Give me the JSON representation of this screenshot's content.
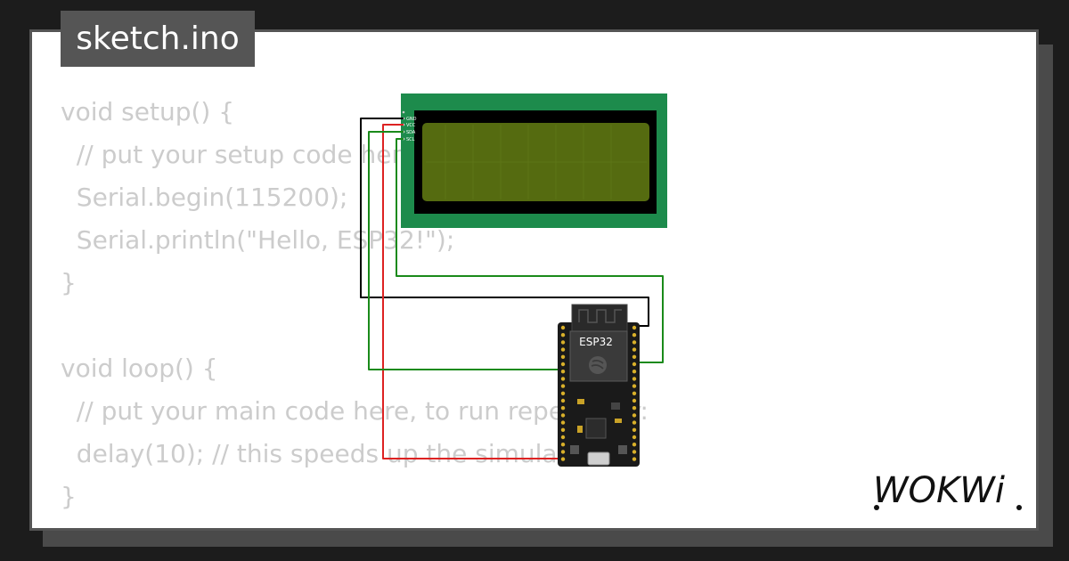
{
  "file_tab": {
    "label": "sketch.ino"
  },
  "code_lines": [
    "void setup() {",
    "  // put your setup code here, to run once:",
    "  Serial.begin(115200);",
    "  Serial.println(\"Hello, ESP32!\");",
    "}",
    "",
    "void loop() {",
    "  // put your main code here, to run repeatedly:",
    "  delay(10); // this speeds up the simulation",
    "}"
  ],
  "lcd": {
    "pins": [
      "GND",
      "VCC",
      "SDA",
      "SCL"
    ],
    "colors": {
      "pcb": "#1d8b4c",
      "bezel": "#000000",
      "screen": "#556b10"
    }
  },
  "board": {
    "label": "ESP32"
  },
  "wires": {
    "gnd": "#000000",
    "vcc": "#dd2222",
    "i2c": "#1a8a1a"
  },
  "logo": {
    "text": "WOKWi"
  }
}
